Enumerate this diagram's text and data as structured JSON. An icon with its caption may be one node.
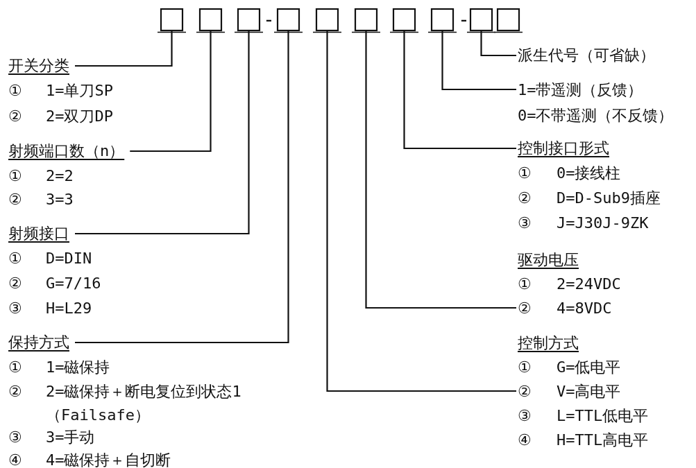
{
  "diagram": {
    "nodes": [
      {
        "text": [],
        "shape": "box"
      },
      {
        "text": [],
        "shape": "box"
      },
      {
        "text": [],
        "shape": "box"
      },
      {
        "text": [],
        "shape": "box"
      },
      {
        "text": [],
        "shape": "box"
      },
      {
        "text": [],
        "shape": "box"
      },
      {
        "text": [],
        "shape": "box"
      },
      {
        "text": [],
        "shape": "box"
      },
      {
        "text": [],
        "shape": "box"
      },
      {
        "text": [],
        "shape": "box"
      },
      {
        "text": [
          "开关分类"
        ]
      },
      {
        "text": [
          "射频端口数（n）"
        ]
      },
      {
        "text": [
          "射频接口"
        ]
      },
      {
        "text": [
          "保持方式"
        ]
      },
      {
        "text": [
          "派生代号（可省缺）"
        ]
      },
      {
        "text": [
          "1=带遥测（反馈）",
          "0=不带遥测（不反馈）"
        ]
      },
      {
        "text": [
          "控制接口形式",
          "①",
          "0=接线柱",
          "②",
          "D=D-Sub9插座",
          "③",
          "J=J30J-9ZK"
        ]
      },
      {
        "text": [
          "驱动电压",
          "①",
          "2=24VDC",
          "②",
          "4=8VDC"
        ]
      },
      {
        "text": [
          "控制方式",
          "①",
          "G=低电平",
          "②",
          "V=高电平",
          "③",
          "L=TTL低电平",
          "④",
          "H=TTL高电平"
        ]
      }
    ],
    "edges": [
      {
        "from": 0,
        "to": 10,
        "arrow": "none"
      },
      {
        "from": 1,
        "to": 11,
        "arrow": "none"
      },
      {
        "from": 2,
        "to": 12,
        "arrow": "none"
      },
      {
        "from": 3,
        "to": 13,
        "arrow": "none"
      },
      {
        "from": 4,
        "to": 18,
        "arrow": "none"
      },
      {
        "from": 5,
        "to": 17,
        "arrow": "none"
      },
      {
        "from": 6,
        "to": 16,
        "arrow": "none"
      },
      {
        "from": 7,
        "to": 15,
        "arrow": "none"
      },
      {
        "from": 8,
        "to": 14,
        "arrow": "none"
      }
    ],
    "labels": [
      "-",
      "-",
      "①",
      "1=单刀SP",
      "②",
      "2=双刀DP",
      "①",
      "2=2",
      "②",
      "3=3",
      "①",
      "D=DIN",
      "②",
      "G=7/16",
      "③",
      "H=L29",
      "①",
      "1=磁保持",
      "②",
      "2=磁保持＋断电复位到状态1（Failsafe）",
      "③",
      "3=手动",
      "④",
      "4=磁保持＋自切断"
    ]
  }
}
